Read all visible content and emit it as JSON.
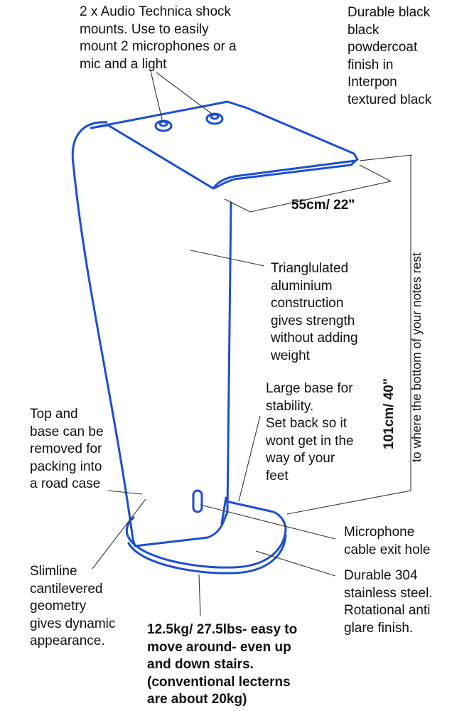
{
  "colors": {
    "outline": "#1c4fd0",
    "leader": "#333333",
    "text": "#111111",
    "background": "#ffffff"
  },
  "labels": {
    "shock_mounts": "2 x  Audio Technica shock\nmounts. Use to easily\nmount 2 microphones or a\nmic and a light",
    "finish": "Durable black\nblack\npowdercoat\nfinish in\nInterpon\ntextured black",
    "width": "55cm/ 22\"",
    "construction": "Trianglulated\naluminium\nconstruction\ngives strength\nwithout adding\nweight",
    "base": "Large base for\nstability.\nSet back so it\nwont get in the\nway of your\nfeet",
    "removable": "Top and\nbase can be\nremoved for\npacking into\na road case",
    "height_value": "101cm/ 40\"",
    "height_desc": "to where the bottom of your notes rest",
    "cable_hole": "Microphone\ncable exit hole",
    "steel": "Durable 304\nstainless steel.\nRotational anti\nglare finish.",
    "slimline": "Slimline\ncantilevered\ngeometry\ngives dynamic\nappearance.",
    "weight": "12.5kg/ 27.5lbs- easy to\nmove around- even up\nand down stairs.\n(conventional lecterns\nare about 20kg)"
  }
}
